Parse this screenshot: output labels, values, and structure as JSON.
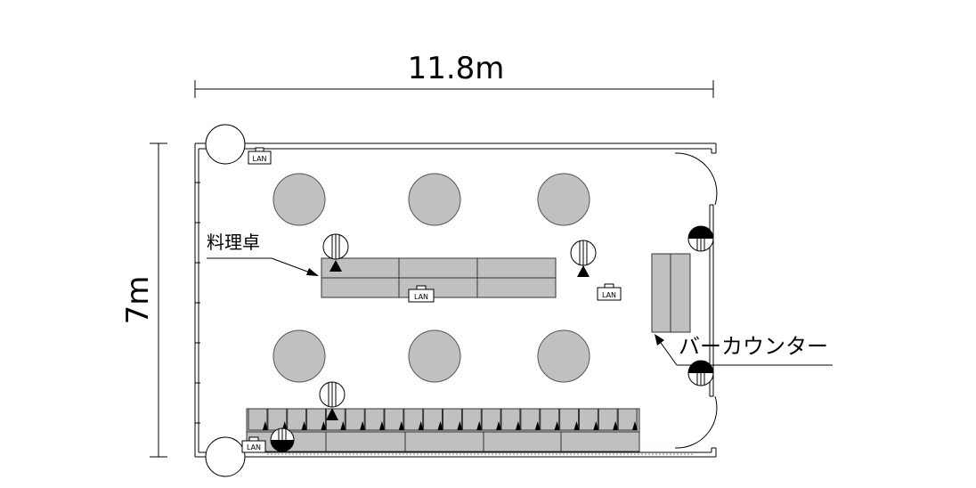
{
  "dimensions": {
    "width": "11.8m",
    "height": "7m"
  },
  "labels": {
    "cooking_table": "料理卓",
    "bar_counter": "バーカウンター"
  },
  "lan_label": "LAN",
  "colors": {
    "fill_gray": "#c0c0c0",
    "line": "#000000"
  }
}
